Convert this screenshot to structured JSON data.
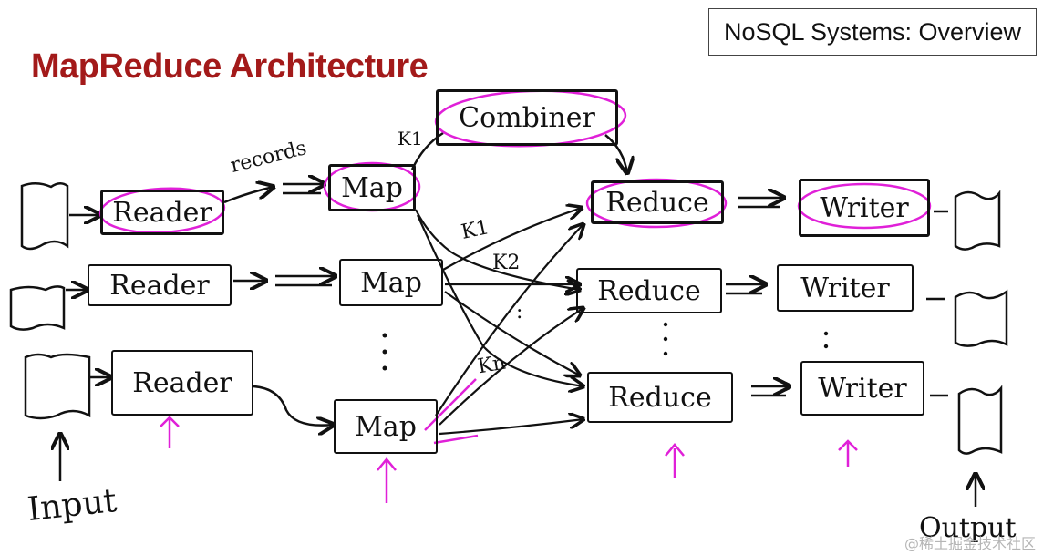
{
  "title": "MapReduce Architecture",
  "topic": "NoSQL Systems: Overview",
  "nodes": {
    "reader_1": "Reader",
    "reader_2": "Reader",
    "reader_3": "Reader",
    "map_1": "Map",
    "map_2": "Map",
    "map_3": "Map",
    "combiner": "Combiner",
    "reduce_1": "Reduce",
    "reduce_2": "Reduce",
    "reduce_3": "Reduce",
    "writer_1": "Writer",
    "writer_2": "Writer",
    "writer_3": "Writer"
  },
  "annotations": {
    "records": "records",
    "k1_top": "K1",
    "k1": "K1",
    "k2": "K2",
    "kn": "Kn",
    "ellipsis": ":",
    "input": "Input",
    "output": "Output"
  },
  "watermark": "@稀土掘金技术社区",
  "colors": {
    "title": "#a31a1a",
    "ink": "#111111",
    "highlight": "#e020d8"
  }
}
